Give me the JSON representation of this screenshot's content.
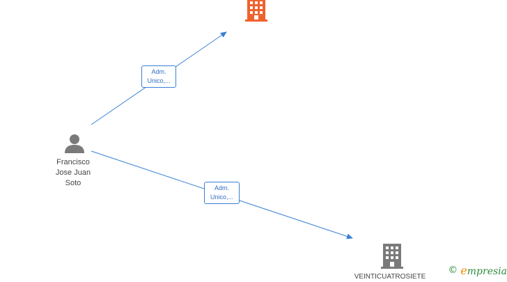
{
  "nodes": {
    "person": {
      "name_lines": [
        "Francisco",
        "Jose Juan",
        "Soto"
      ],
      "icon": "person-icon",
      "color": "#7a7a7a"
    },
    "company_top": {
      "icon": "building-icon",
      "color": "#f0622d"
    },
    "company_bottom": {
      "name": "VEINTICUATROSIETE",
      "icon": "building-icon",
      "color": "#7a7a7a"
    }
  },
  "edges": [
    {
      "from": "person",
      "to": "company_top",
      "label_lines": [
        "Adm.",
        "Unico,..."
      ]
    },
    {
      "from": "person",
      "to": "company_bottom",
      "label_lines": [
        "Adm.",
        "Unico,..."
      ]
    }
  ],
  "colors": {
    "edge": "#3a7fd5"
  },
  "brand": {
    "initial": "e",
    "rest": "mpresia",
    "copyright": "©"
  }
}
